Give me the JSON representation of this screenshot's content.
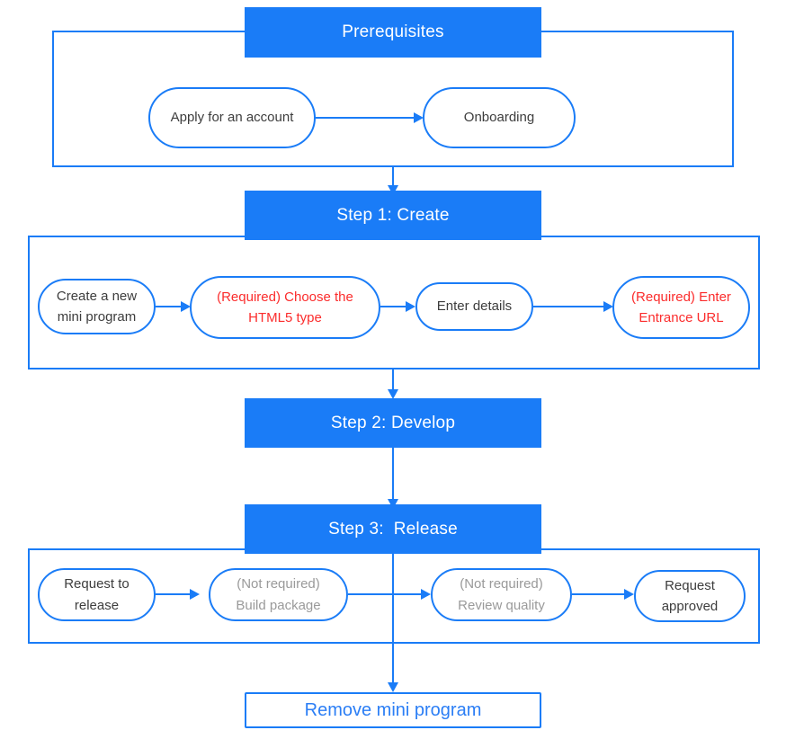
{
  "diagram": {
    "title": "Mini program lifecycle flowchart",
    "accent_color": "#1a7cf7",
    "required_color": "#fb2c2c",
    "not_required_color": "#9a9a9a",
    "banner_text_color": "#ffffff"
  },
  "sections": {
    "prerequisites": {
      "banner": "Prerequisites",
      "nodes": [
        {
          "line1": "Apply for an account"
        },
        {
          "line1": "Onboarding"
        }
      ]
    },
    "step1": {
      "banner": "Step 1: Create",
      "nodes": [
        {
          "line1": "Create a new",
          "line2": "mini program"
        },
        {
          "line1": "(Required) Choose the",
          "line2": "HTML5 type"
        },
        {
          "line1": "Enter details"
        },
        {
          "line1": "(Required) Enter",
          "line2": "Entrance URL"
        }
      ]
    },
    "step2": {
      "banner": "Step 2: Develop"
    },
    "step3": {
      "banner": "Step 3:  Release",
      "nodes": [
        {
          "line1": "Request to",
          "line2": "release"
        },
        {
          "line1": "(Not required)",
          "line2": "Build package"
        },
        {
          "line1": "(Not required)",
          "line2": "Review quality"
        },
        {
          "line1": "Request",
          "line2": "approved"
        }
      ]
    },
    "final": {
      "label": "Remove mini program"
    }
  }
}
